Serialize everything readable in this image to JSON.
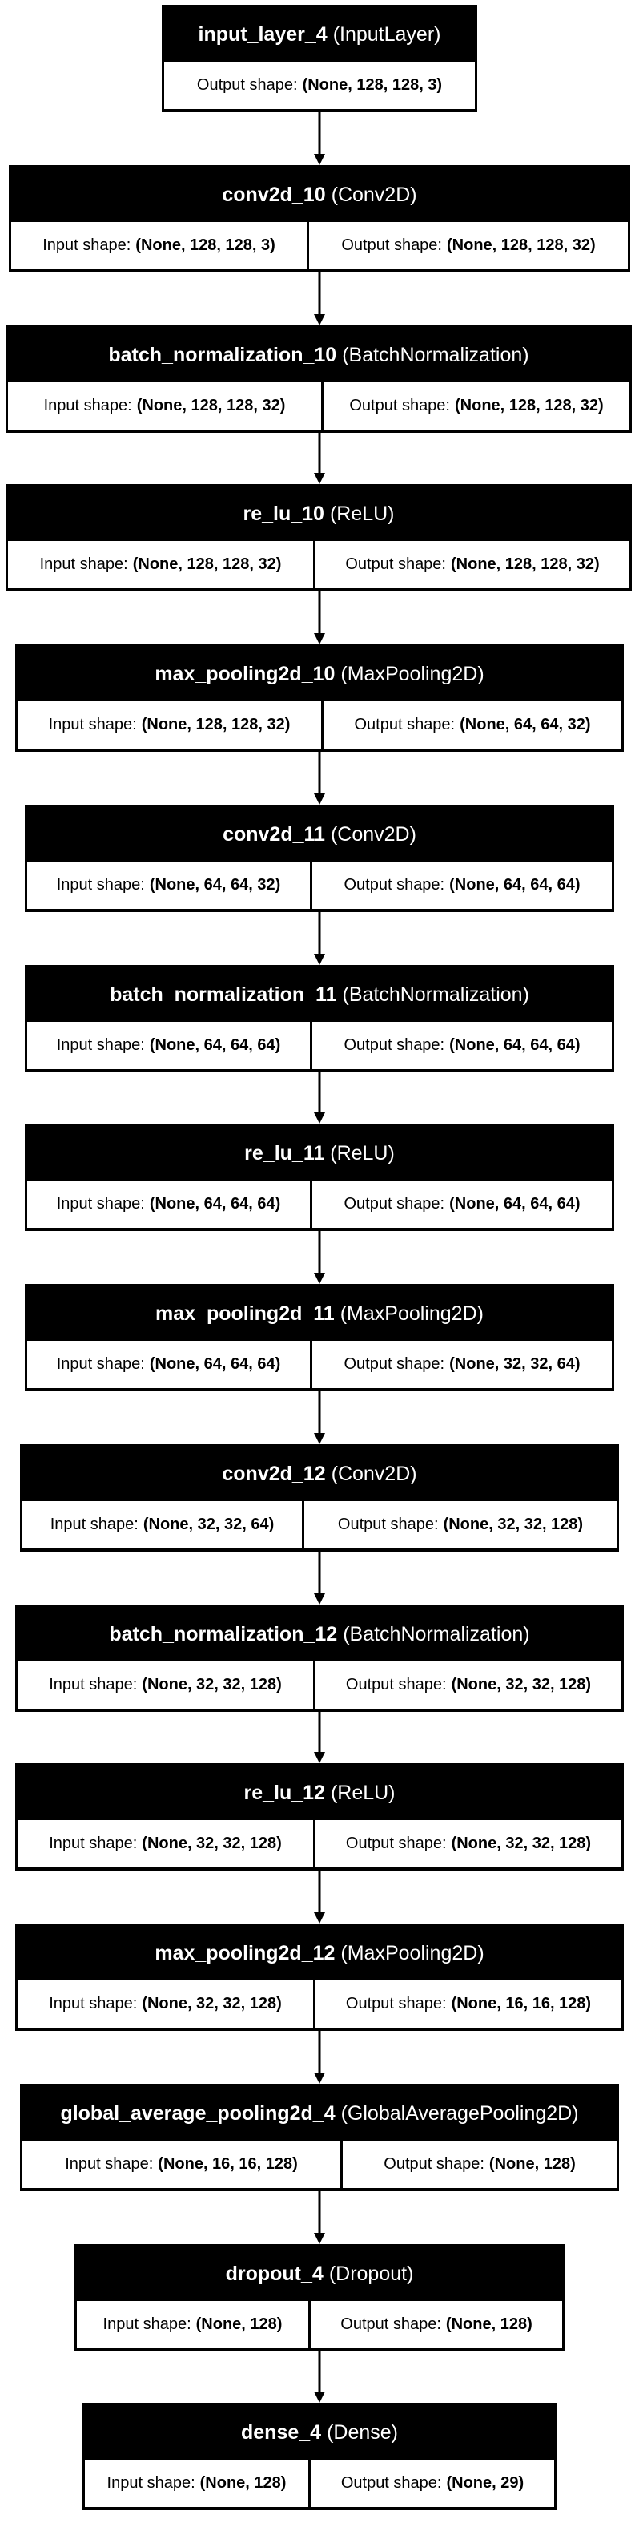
{
  "labels": {
    "input_shape": "Input shape:",
    "output_shape": "Output shape:"
  },
  "colors": {
    "header_bg": "#000000",
    "header_fg": "#ffffff",
    "cell_bg": "#ffffff",
    "line": "#000000"
  },
  "layers": [
    {
      "name": "input_layer_4",
      "type": "(InputLayer)",
      "input": null,
      "output": "(None, 128, 128, 3)"
    },
    {
      "name": "conv2d_10",
      "type": "(Conv2D)",
      "input": "(None, 128, 128, 3)",
      "output": "(None, 128, 128, 32)"
    },
    {
      "name": "batch_normalization_10",
      "type": "(BatchNormalization)",
      "input": "(None, 128, 128, 32)",
      "output": "(None, 128, 128, 32)"
    },
    {
      "name": "re_lu_10",
      "type": "(ReLU)",
      "input": "(None, 128, 128, 32)",
      "output": "(None, 128, 128, 32)"
    },
    {
      "name": "max_pooling2d_10",
      "type": "(MaxPooling2D)",
      "input": "(None, 128, 128, 32)",
      "output": "(None, 64, 64, 32)"
    },
    {
      "name": "conv2d_11",
      "type": "(Conv2D)",
      "input": "(None, 64, 64, 32)",
      "output": "(None, 64, 64, 64)"
    },
    {
      "name": "batch_normalization_11",
      "type": "(BatchNormalization)",
      "input": "(None, 64, 64, 64)",
      "output": "(None, 64, 64, 64)"
    },
    {
      "name": "re_lu_11",
      "type": "(ReLU)",
      "input": "(None, 64, 64, 64)",
      "output": "(None, 64, 64, 64)"
    },
    {
      "name": "max_pooling2d_11",
      "type": "(MaxPooling2D)",
      "input": "(None, 64, 64, 64)",
      "output": "(None, 32, 32, 64)"
    },
    {
      "name": "conv2d_12",
      "type": "(Conv2D)",
      "input": "(None, 32, 32, 64)",
      "output": "(None, 32, 32, 128)"
    },
    {
      "name": "batch_normalization_12",
      "type": "(BatchNormalization)",
      "input": "(None, 32, 32, 128)",
      "output": "(None, 32, 32, 128)"
    },
    {
      "name": "re_lu_12",
      "type": "(ReLU)",
      "input": "(None, 32, 32, 128)",
      "output": "(None, 32, 32, 128)"
    },
    {
      "name": "max_pooling2d_12",
      "type": "(MaxPooling2D)",
      "input": "(None, 32, 32, 128)",
      "output": "(None, 16, 16, 128)"
    },
    {
      "name": "global_average_pooling2d_4",
      "type": "(GlobalAveragePooling2D)",
      "input": "(None, 16, 16, 128)",
      "output": "(None, 128)"
    },
    {
      "name": "dropout_4",
      "type": "(Dropout)",
      "input": "(None, 128)",
      "output": "(None, 128)"
    },
    {
      "name": "dense_4",
      "type": "(Dense)",
      "input": "(None, 128)",
      "output": "(None, 29)"
    }
  ]
}
